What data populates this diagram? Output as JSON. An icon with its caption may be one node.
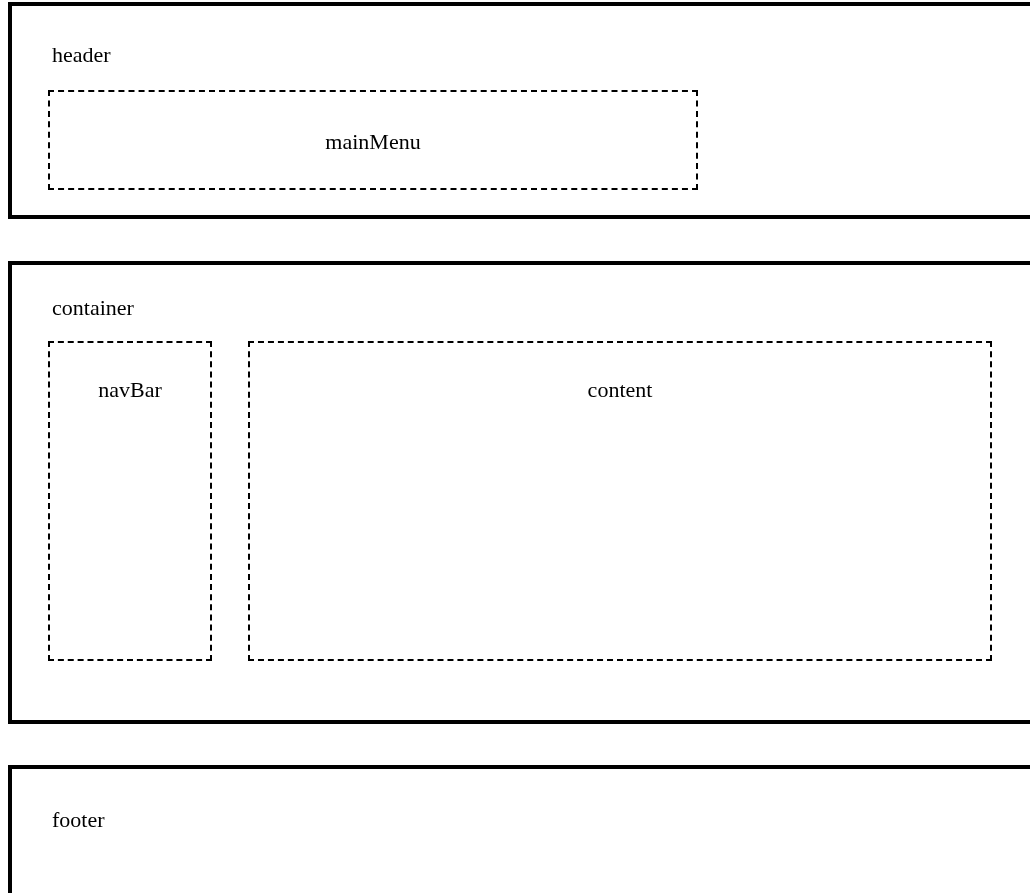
{
  "diagram": {
    "nodes": [
      {
        "text": [
          "header"
        ]
      },
      {
        "text": [
          "mainMenu"
        ],
        "in": 0
      },
      {
        "text": [
          "container"
        ]
      },
      {
        "text": [
          "navBar"
        ],
        "in": 2
      },
      {
        "text": [
          "content"
        ],
        "in": 2
      },
      {
        "text": [
          "footer"
        ]
      }
    ]
  }
}
